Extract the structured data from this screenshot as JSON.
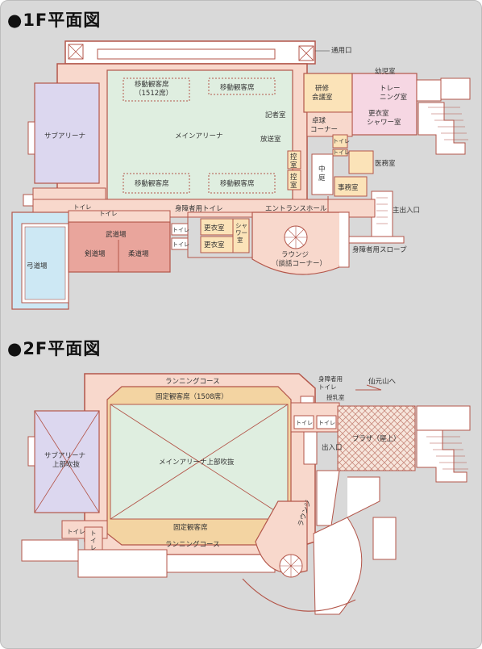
{
  "floor1": {
    "title": "●1F平面図",
    "labels": {
      "service_entrance": "通用口",
      "nursery": "幼児室",
      "training": "トレー\nニング室",
      "seminar": "研修\n会議室",
      "locker_shower_r": "更衣室\nシャワー室",
      "press": "記者室",
      "billiards": "卓球\nコーナー",
      "broadcast": "放送室",
      "toilet": "トイレ",
      "medical": "医務室",
      "courtyard": "中\n庭",
      "office": "事務室",
      "control_a": "控\n室",
      "control_b": "控\n室",
      "sub_arena": "サブアリーナ",
      "main_arena": "メインアリーナ",
      "mobile_seat_1": "移動観客席\n（1512席）",
      "mobile_seat_2": "移動観客席",
      "mobile_seat_3": "移動観客席",
      "mobile_seat_4": "移動観客席",
      "accessible_toilet": "身障者用トイレ",
      "entrance_hall": "エントランスホール",
      "main_entrance": "主出入口",
      "accessible_slope": "身障者用スロープ",
      "lounge": "ラウンジ\n（談話コーナー）",
      "budo": "武道場",
      "kendo": "剣道場",
      "judo": "柔道場",
      "archery": "弓道場",
      "locker_a": "更衣室",
      "locker_b": "更衣室",
      "shower_v": "シャワー室"
    }
  },
  "floor2": {
    "title": "●2F平面図",
    "labels": {
      "running_top": "ランニングコース",
      "running_bottom": "ランニングコース",
      "fixed_seat_top": "固定観客席（1508席）",
      "fixed_seat_bottom": "固定観客席",
      "main_void": "メインアリーナ上部吹抜",
      "sub_void": "サブアリーナ\n上部吹抜",
      "accessible_toilet": "身障者用\nトイレ",
      "nursing": "授乳室",
      "to_mountain": "仙元山へ",
      "plaza": "プラザ（屋上）",
      "exit": "出入口",
      "lounge": "ラウンジ",
      "toilet": "トイレ"
    }
  },
  "colors": {
    "salmon": "#f8d8cc",
    "wall": "#b3564a",
    "arena_green": "#dfeee0",
    "purple": "#dcd7ef",
    "orange": "#fbe3b8",
    "blue": "#cde8f4",
    "pink": "#f6d7e3",
    "budo_red": "#e9a59c",
    "seat_orange": "#f3d4a2"
  }
}
